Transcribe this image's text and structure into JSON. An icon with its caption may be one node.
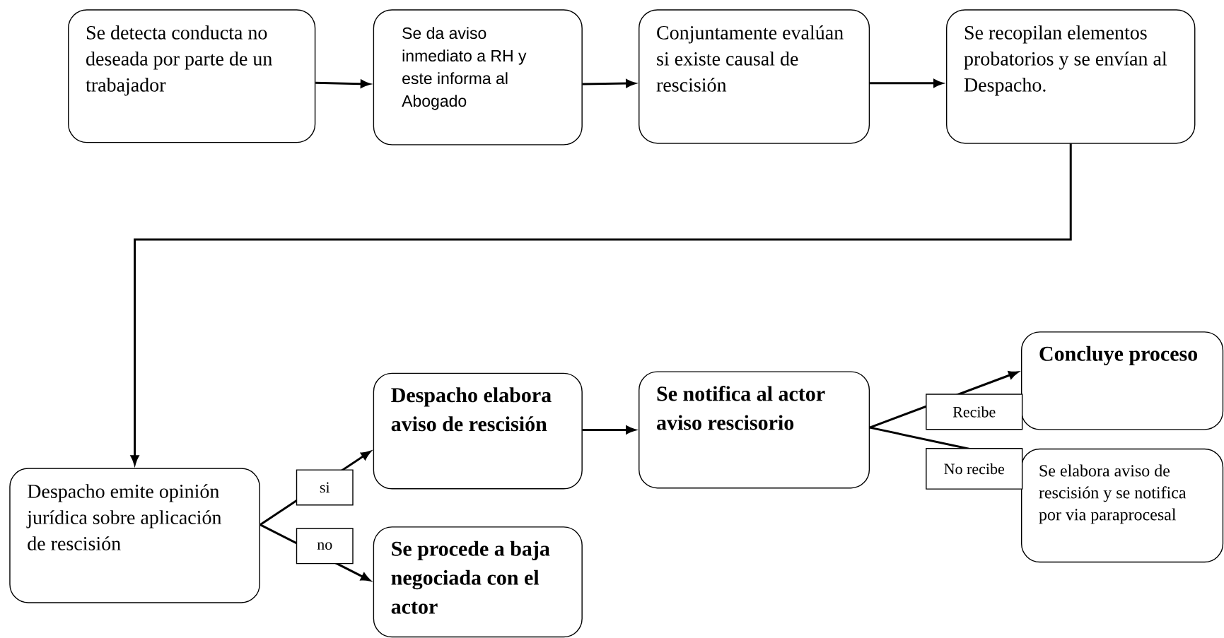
{
  "diagram": {
    "nodes": [
      {
        "text": [
          "Se detecta conducta no deseada por parte de un trabajador"
        ]
      },
      {
        "text": [
          "Se da aviso inmediato a  RH y este informa al Abogado"
        ]
      },
      {
        "text": [
          "Conjuntamente evalúan si existe causal de rescisión"
        ]
      },
      {
        "text": [
          "Se recopilan elementos probatorios y se envían al Despacho."
        ]
      },
      {
        "text": [
          "Despacho emite opinión jurídica sobre aplicación de rescisión"
        ]
      },
      {
        "text": [
          "Despacho elabora aviso de rescisión"
        ]
      },
      {
        "text": [
          "Se procede a baja negociada con el actor"
        ]
      },
      {
        "text": [
          "Se notifica al actor aviso rescisorio"
        ]
      },
      {
        "text": [
          "Concluye proceso"
        ]
      },
      {
        "text": [
          "Se elabora aviso de rescisión y se notifica por via paraprocesal"
        ]
      }
    ],
    "edges": [
      {
        "from": 0,
        "to": 1,
        "arrow": "to"
      },
      {
        "from": 1,
        "to": 2,
        "arrow": "to"
      },
      {
        "from": 2,
        "to": 3,
        "arrow": "to"
      },
      {
        "from": 3,
        "to": 4,
        "arrow": "to"
      },
      {
        "from": 4,
        "to": 5,
        "arrow": "to",
        "label": "si"
      },
      {
        "from": 4,
        "to": 6,
        "arrow": "to",
        "label": "no"
      },
      {
        "from": 5,
        "to": 7,
        "arrow": "to"
      },
      {
        "from": 7,
        "to": 8,
        "arrow": "to",
        "label": "Recibe"
      },
      {
        "from": 7,
        "to": 9,
        "arrow": "none",
        "label": "No recibe"
      }
    ]
  }
}
